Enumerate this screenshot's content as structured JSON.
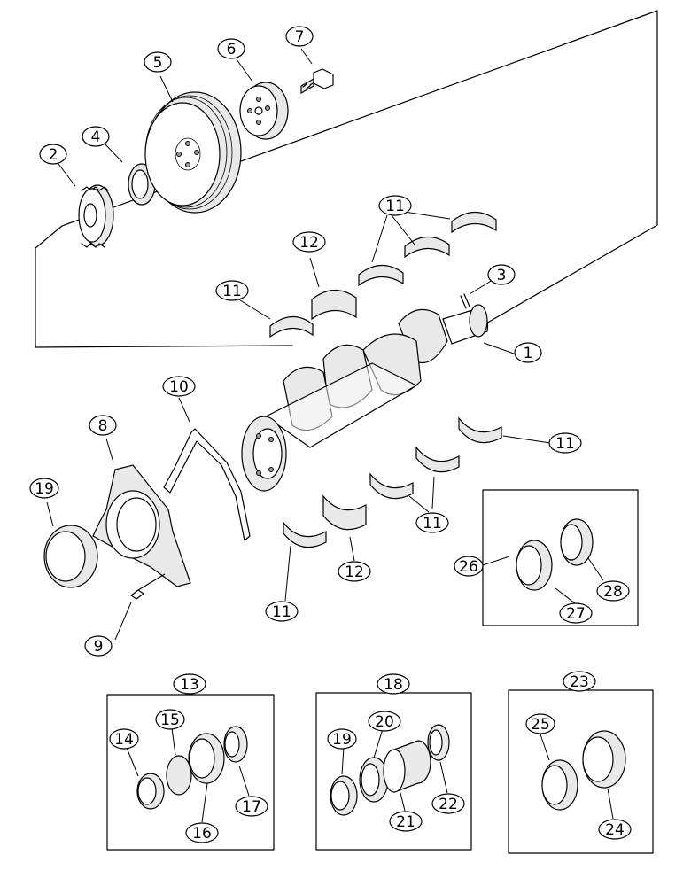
{
  "callouts": {
    "c1": "1",
    "c2": "2",
    "c3": "3",
    "c4": "4",
    "c5": "5",
    "c6": "6",
    "c7": "7",
    "c8": "8",
    "c9": "9",
    "c10": "10",
    "c11a": "11",
    "c11b": "11",
    "c11c": "11",
    "c11d": "11",
    "c11e": "11",
    "c12a": "12",
    "c12b": "12",
    "c13": "13",
    "c14": "14",
    "c15": "15",
    "c16": "16",
    "c17": "17",
    "c18": "18",
    "c19a": "19",
    "c19b": "19",
    "c20": "20",
    "c21": "21",
    "c22": "22",
    "c23": "23",
    "c24": "24",
    "c25": "25",
    "c26": "26",
    "c27": "27",
    "c28": "28"
  }
}
